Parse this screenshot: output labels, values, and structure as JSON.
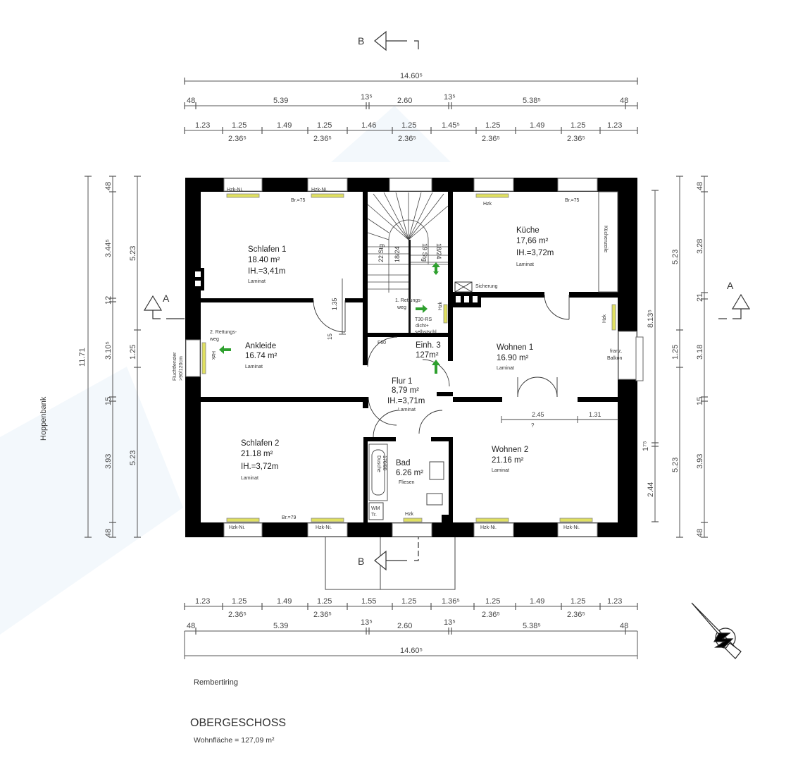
{
  "plan": {
    "title": "OBERGESCHOSS",
    "living_area": "Wohnfläche = 127,09 m²",
    "street_bottom": "Rembertiring",
    "street_left": "Hoppenbank",
    "section_marks": {
      "a": "A",
      "b": "B"
    },
    "colors": {
      "wall": "#000000",
      "heater": "#e0e060",
      "arrow": "#2ea02e",
      "dim_line": "#555555"
    }
  },
  "rooms": [
    {
      "name": "Schlafen 1",
      "area": "18.40 m²",
      "height": "IH.=3,41m",
      "floor": "Laminat"
    },
    {
      "name": "Küche",
      "area": "17,66 m²",
      "height": "IH.=3,72m",
      "floor": "Laminat"
    },
    {
      "name": "Ankleide",
      "area": "16.74 m²",
      "floor": "Laminat"
    },
    {
      "name": "Wohnen 1",
      "area": "16.90 m²",
      "floor": "Laminat"
    },
    {
      "name": "Flur 1",
      "area": "8,79 m²",
      "height": "IH.=3,71m",
      "floor": "Laminat"
    },
    {
      "name": "Einh. 3",
      "area": "127m²"
    },
    {
      "name": "Schlafen 2",
      "area": "21.18 m²",
      "height": "IH.=3,72m",
      "floor": "Laminat"
    },
    {
      "name": "Bad",
      "area": "6.26 m²",
      "floor": "Fliesen"
    },
    {
      "name": "Wohnen 2",
      "area": "21.16 m²",
      "floor": "Laminat"
    }
  ],
  "annotations": {
    "hzk_ni": "Hzk-Ni.",
    "hzk": "Hzk",
    "br75": "Br.=75",
    "br79": "Br.=79",
    "sicherung": "Sicherung",
    "rettungsweg1": [
      "1. Rettungs-",
      "weg"
    ],
    "rettungsweg2": [
      "2. Rettungs-",
      "weg"
    ],
    "t30": [
      "T30-RS",
      "dicht+",
      "selbstschl."
    ],
    "f60": "F60",
    "stairs_a": [
      "22 Stg",
      "18/24"
    ],
    "stairs_b": [
      "19 Stg",
      "18/24"
    ],
    "kuechenzeile": "Küchenzeile",
    "balkon": [
      "franz.",
      "Balkon"
    ],
    "fluchtfenster": [
      "Fluchtfenster",
      ">90/120cm"
    ],
    "dusche": [
      "Dusche",
      "170/80"
    ],
    "wm": [
      "WM",
      "Tr."
    ],
    "dim_1_35": "1.35",
    "dim_15": "15",
    "dim_2_45": "2.45",
    "dim_1_31": "1.31",
    "dim_q": "?"
  },
  "dimensions": {
    "top_total": "14.60⁵",
    "top_row2": [
      "48",
      "5.39",
      "13⁵",
      "2.60",
      "13⁵",
      "5.38⁵",
      "48"
    ],
    "top_row3": [
      "1.23",
      "1.25",
      "1.49",
      "1.25",
      "1.46",
      "1.25",
      "1.45⁵",
      "1.25",
      "1.49",
      "1.25",
      "1.23"
    ],
    "top_row3_sub": [
      "2.36⁵",
      "2.36⁵",
      "2.36⁵",
      "2.36⁵",
      "2.36⁵"
    ],
    "bottom_row1": [
      "1.23",
      "1.25",
      "1.49",
      "1.25",
      "1.55",
      "1.25",
      "1.36⁵",
      "1.25",
      "1.49",
      "1.25",
      "1.23"
    ],
    "bottom_row1_sub": [
      "2.36⁵",
      "2.36⁵",
      "2.36⁵",
      "2.36⁵"
    ],
    "bottom_row2": [
      "48",
      "5.39",
      "13⁵",
      "2.60",
      "13⁵",
      "5.38⁵",
      "48"
    ],
    "bottom_total": "14.60⁵",
    "left_total": "11.71",
    "left_row2": [
      "48",
      "3.44⁵",
      "12",
      "3.10⁵",
      "15",
      "3.93",
      "48"
    ],
    "left_row3": [
      "5.23",
      "1.25",
      "5.23"
    ],
    "right_inner": [
      "8.13⁵",
      "1⁷⁵",
      "2.44"
    ],
    "right_row2": [
      "5.23",
      "1.25",
      "5.23"
    ],
    "right_row3": [
      "48",
      "3.28",
      "21",
      "3.18",
      "15",
      "3.93",
      "48"
    ]
  }
}
